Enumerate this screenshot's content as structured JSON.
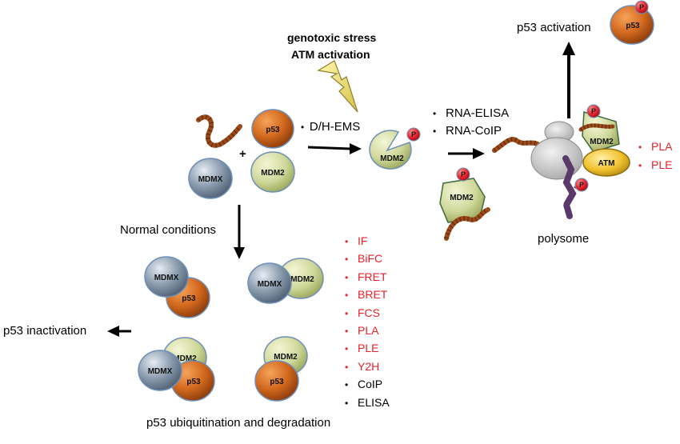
{
  "stimulus": {
    "line1": "genotoxic stress",
    "line2": "ATM activation"
  },
  "activation_label": "p53 activation",
  "inactivation_label": "p53 inactivation",
  "normal_conditions_label": "Normal conditions",
  "degradation_label": "p53 ubiquitination and degradation",
  "polysome_label": "polysome",
  "plus_sign": "+",
  "top_method": "D/H-EMS",
  "translation_methods": [
    "RNA-ELISA",
    "RNA-CoIP"
  ],
  "polysome_methods": [
    "PLA",
    "PLE"
  ],
  "interaction_methods_red": [
    "IF",
    "BiFC",
    "FRET",
    "BRET",
    "FCS",
    "PLA",
    "PLE",
    "Y2H"
  ],
  "interaction_methods_black": [
    "CoIP",
    "ELISA"
  ],
  "molecules": {
    "p53": "p53",
    "mdm2": "MDM2",
    "mdmx": "MDMX",
    "atm": "ATM",
    "phospho": "P"
  },
  "colors": {
    "p53": "#d2691e",
    "mdm2": "#cfd89a",
    "mdmx": "#8a9bae",
    "atm": "#f2c230",
    "phospho": "#e8212a",
    "rna": "#9c4a1a",
    "highlight_text": "#e8212a",
    "ribosome": "#c8c8c8"
  }
}
